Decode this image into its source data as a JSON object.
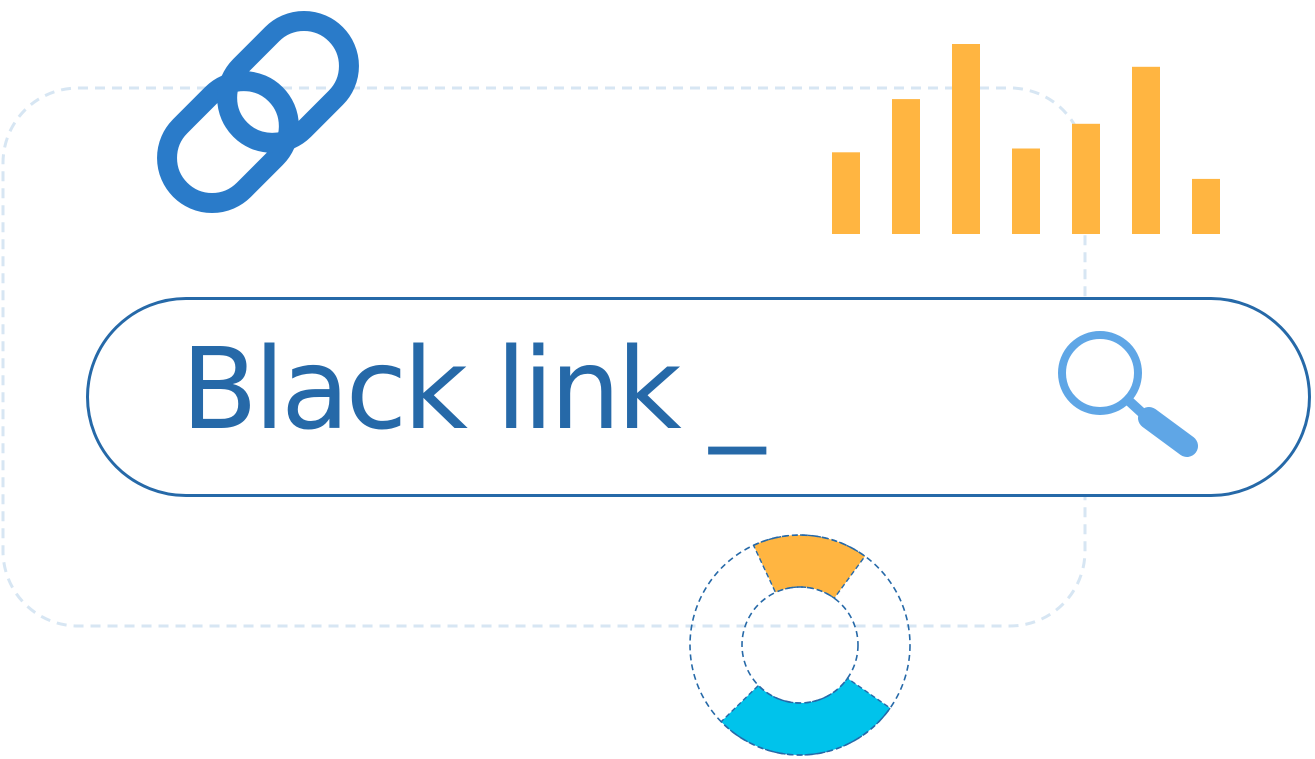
{
  "search": {
    "query": "Black link _"
  },
  "colors": {
    "primary": "#2669a8",
    "link_icon": "#2a7bc9",
    "search_icon": "#5fa6e6",
    "bars": "#ffb541",
    "ring_cyan": "#00c3eb",
    "ring_orange": "#ffb541",
    "dashed_frame": "#d7e6f3"
  },
  "icons": {
    "link": "chain-link-icon",
    "search": "magnifier-icon"
  },
  "bar_chart": {
    "relative_heights": [
      0.43,
      0.71,
      1.0,
      0.45,
      0.58,
      0.88,
      0.29
    ]
  },
  "ring": {
    "segments": [
      {
        "color": "#ffb541",
        "share": 0.17
      },
      {
        "color": "#00c3eb",
        "share": 0.28
      }
    ]
  }
}
